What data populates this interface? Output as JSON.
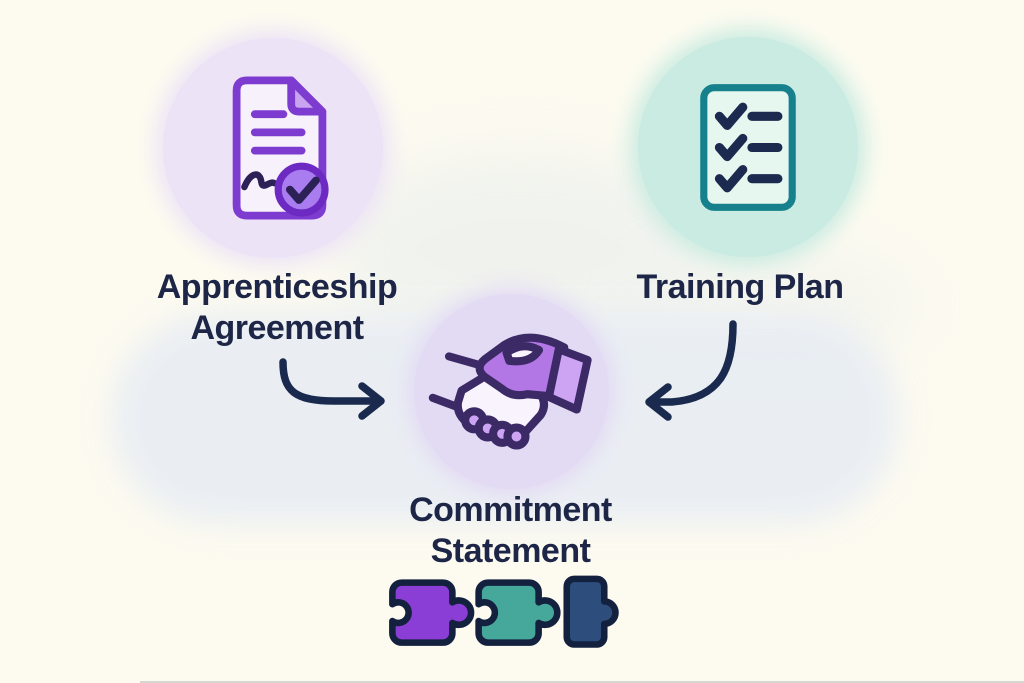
{
  "diagram": {
    "title": "Commitment Statement diagram",
    "nodes": {
      "apprenticeship_agreement": {
        "lines": [
          "Apprenticeship",
          "Agreement"
        ],
        "icon": "signed-document"
      },
      "training_plan": {
        "lines": [
          "Training Plan"
        ],
        "icon": "checklist"
      },
      "commitment_statement": {
        "lines": [
          "Commitment",
          "Statement"
        ],
        "icon": "handshake",
        "footer_icon": "puzzle-pieces"
      }
    },
    "connections": [
      {
        "from": "apprenticeship_agreement",
        "to": "commitment_statement",
        "style": "curved-arrow"
      },
      {
        "from": "training_plan",
        "to": "commitment_statement",
        "style": "curved-arrow"
      }
    ]
  },
  "colors": {
    "bg": "#fdfbf0",
    "cloud": "#e8edf4",
    "cloud-upper": "#eef1ee",
    "text-navy": "#1d2647",
    "arrow-navy": "#1a2a4e",
    "left-circle": "#ece3f6",
    "right-circle": "#c9ebe1",
    "center-circle": "#e3dbf4",
    "doc-stroke": "#7d3bd0",
    "doc-fill": "#f7f1fc",
    "doc-fold": "#c9a4f0",
    "badge-fill": "#a97cf0",
    "badge-ring": "#6d2ac2",
    "ink-dark": "#2b2156",
    "list-stroke": "#16808c",
    "list-fill": "#e6f7ef",
    "mark-navy": "#1b2a4e",
    "hs-outline": "#3b2a66",
    "hs-hand": "#b277e5",
    "hs-sleeve": "#cda4f4",
    "hs-white": "#f8f3fd",
    "pz-purple": "#8a3ed6",
    "pz-teal": "#45a89b",
    "pz-navy": "#2d4d7c",
    "pz-outline": "#13203e"
  }
}
